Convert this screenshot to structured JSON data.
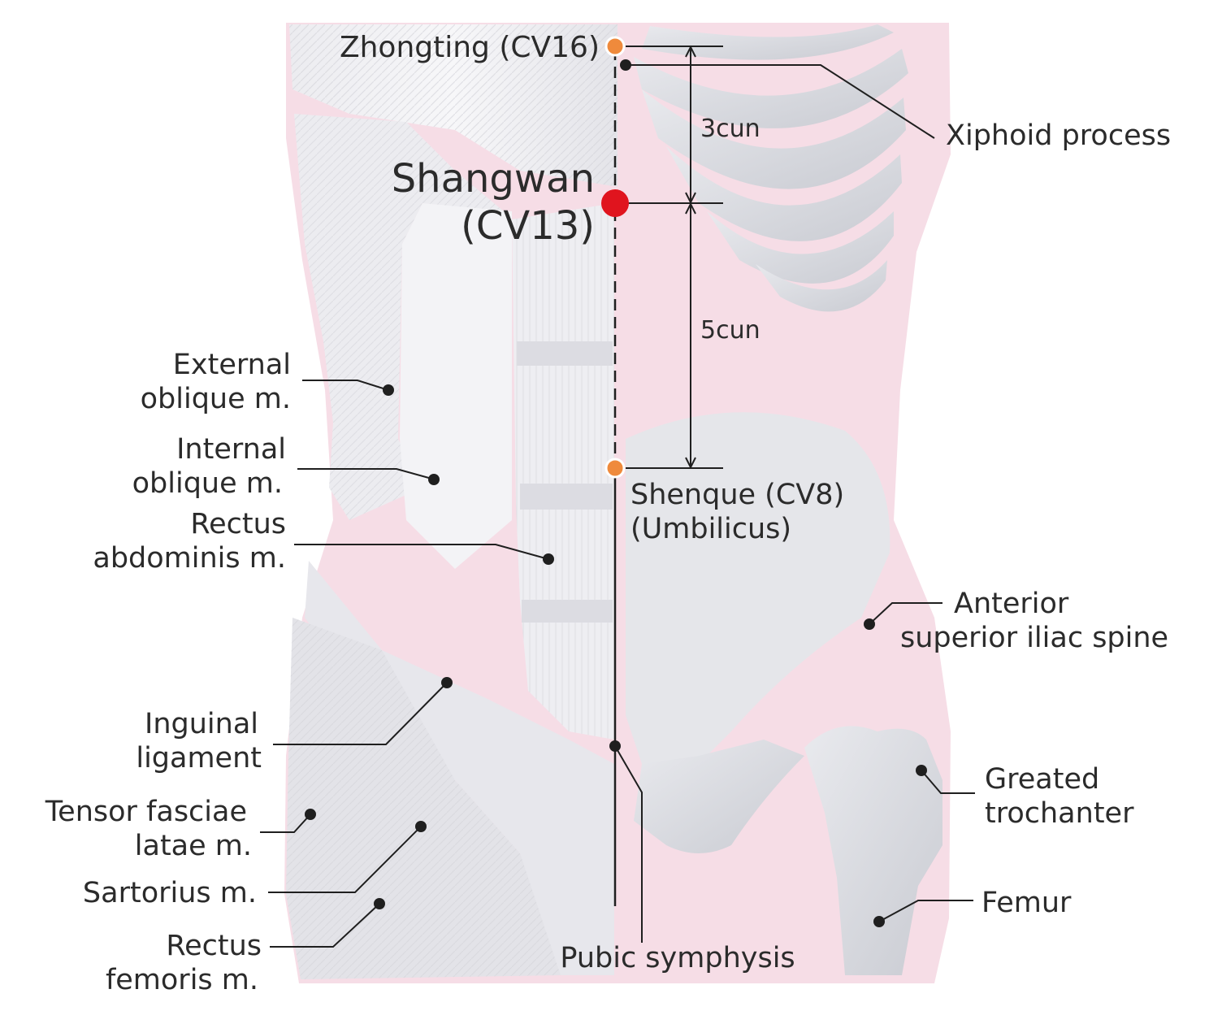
{
  "colors": {
    "background": "#ffffff",
    "body_pink": "#f6dde6",
    "muscle": "#e6e6ea",
    "bone": "#dcdde2",
    "leader_line": "#1f1f1f",
    "acupoint_main": "#e0141e",
    "acupoint_secondary": "#ef8a3c",
    "text": "#2b2b2b"
  },
  "acupoints": {
    "main": {
      "name_line1": "Shangwan",
      "name_line2": "(CV13)"
    },
    "upper": {
      "name": "Zhongting (CV16)"
    },
    "lower": {
      "name_line1": "Shenque (CV8)",
      "name_line2": "(Umbilicus)"
    }
  },
  "measurements": {
    "upper_distance": "3cun",
    "lower_distance": "5cun"
  },
  "labels": {
    "xiphoid": "Xiphoid process",
    "external_oblique": [
      "External",
      "oblique m."
    ],
    "internal_oblique": [
      "Internal",
      "oblique m."
    ],
    "rectus_abdominis": [
      "Rectus",
      "abdominis m."
    ],
    "inguinal_ligament": [
      "Inguinal",
      "ligament"
    ],
    "tensor_fasciae": [
      "Tensor fasciae",
      "latae m."
    ],
    "sartorius": "Sartorius m.",
    "rectus_femoris": [
      "Rectus",
      "femoris m."
    ],
    "pubic_symphysis": "Pubic symphysis",
    "asis": [
      "Anterior",
      "superior iliac spine"
    ],
    "greater_trochanter": [
      "Greated",
      "trochanter"
    ],
    "femur": "Femur"
  },
  "icons": {
    "main_point": "red-acupoint-dot-icon",
    "secondary_point": "orange-acupoint-dot-icon",
    "marker": "black-marker-dot-icon"
  }
}
